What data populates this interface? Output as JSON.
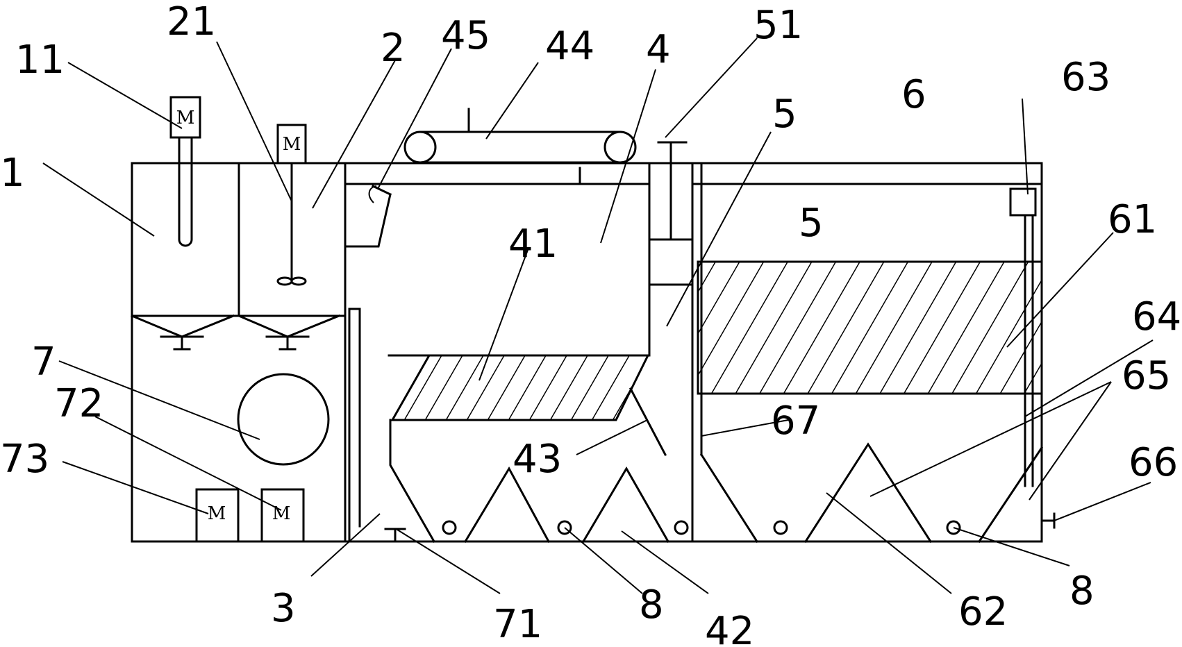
{
  "motor_symbol": "M",
  "labels": {
    "l11": "11",
    "l21": "21",
    "l2": "2",
    "l45": "45",
    "l44": "44",
    "l4": "4",
    "l51": "51",
    "l5a": "5",
    "l6": "6",
    "l63": "63",
    "l1": "1",
    "l5b": "5",
    "l41": "41",
    "l61": "61",
    "l64": "64",
    "l7": "7",
    "l72": "72",
    "l65": "65",
    "l67": "67",
    "l73": "73",
    "l43": "43",
    "l66": "66",
    "l3": "3",
    "l71": "71",
    "l8a": "8",
    "l42": "42",
    "l62": "62",
    "l8b": "8"
  }
}
